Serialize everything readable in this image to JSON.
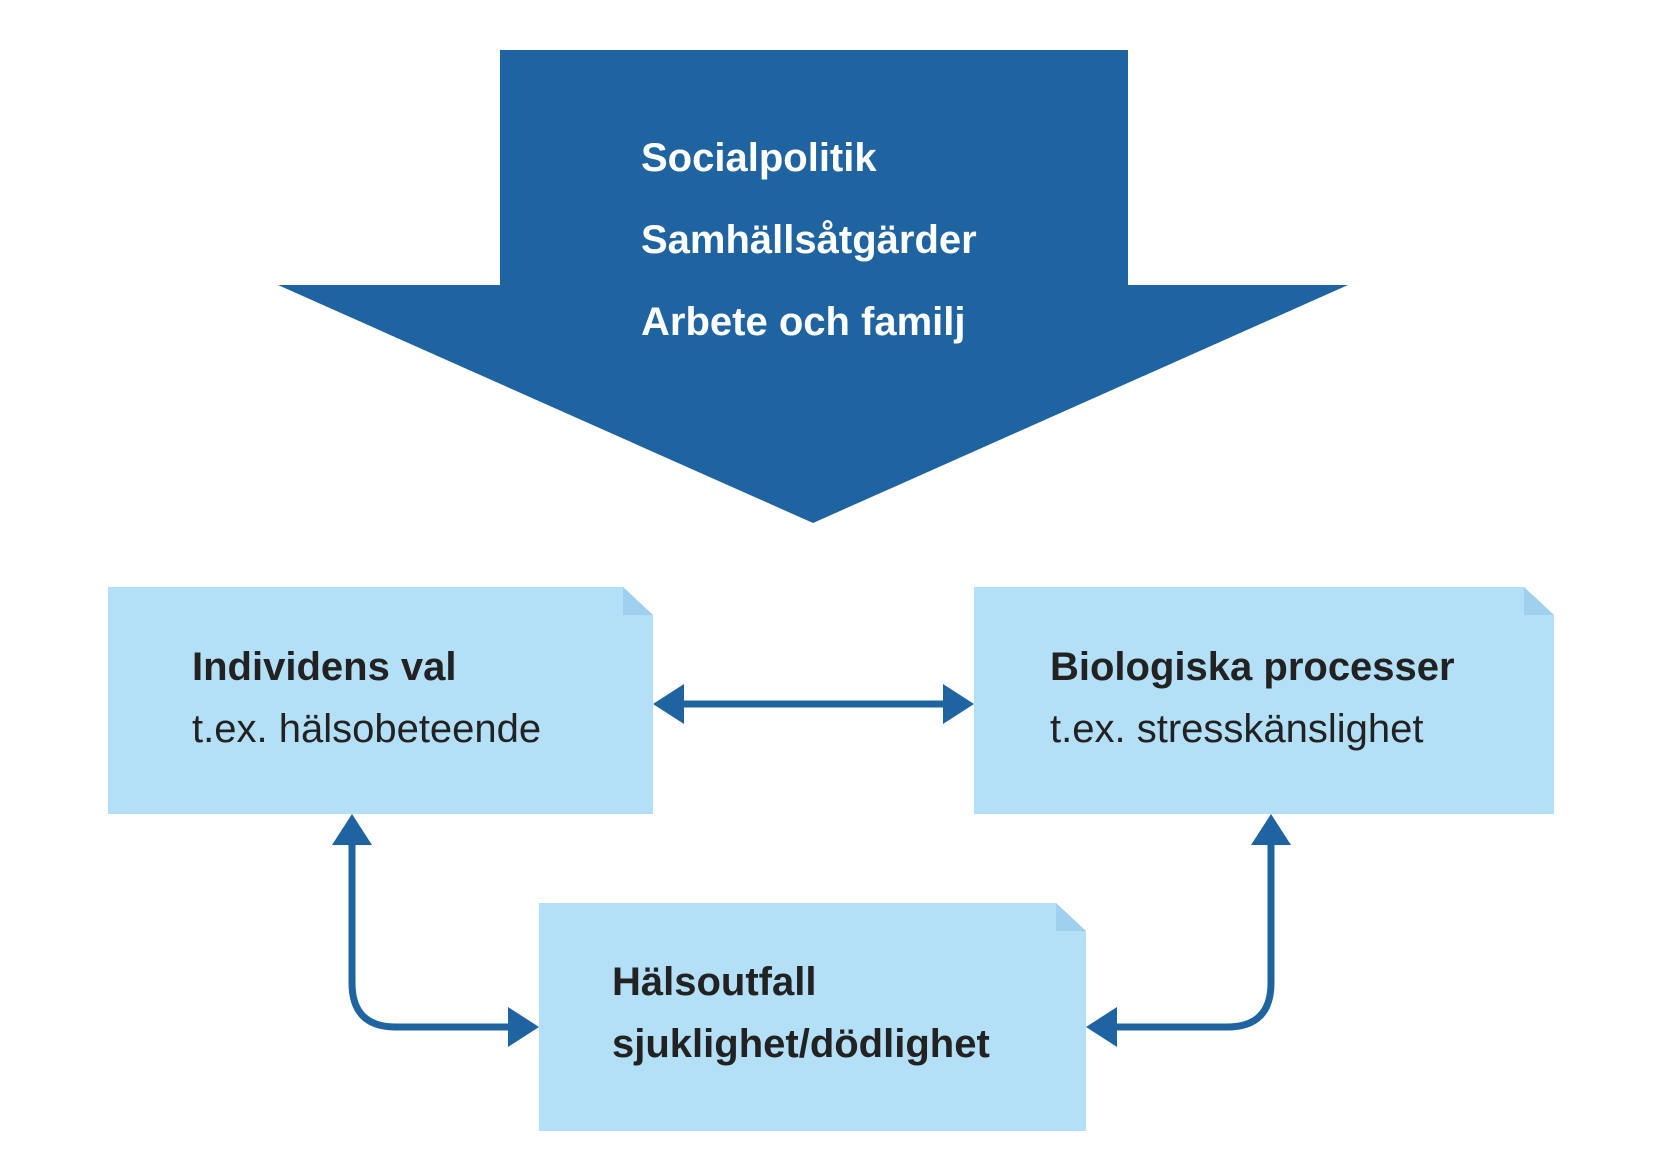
{
  "colors": {
    "arrow_fill": "#1f64a0",
    "box_fill": "#b3dff7",
    "box_corner": "#9fd0ee",
    "connector": "#1f64a0",
    "arrow_text": "#ffffff",
    "box_text": "#222222"
  },
  "top_arrow": {
    "lines": [
      "Socialpolitik",
      "Samhällsåtgärder",
      "Arbete och familj"
    ]
  },
  "boxes": {
    "individual": {
      "title": "Individens val",
      "subtitle": "t.ex. hälsobeteende"
    },
    "biological": {
      "title": "Biologiska processer",
      "subtitle": "t.ex. stresskänslighet"
    },
    "outcome": {
      "title": "Hälsoutfall",
      "subtitle": "sjuklighet/dödlighet"
    }
  }
}
